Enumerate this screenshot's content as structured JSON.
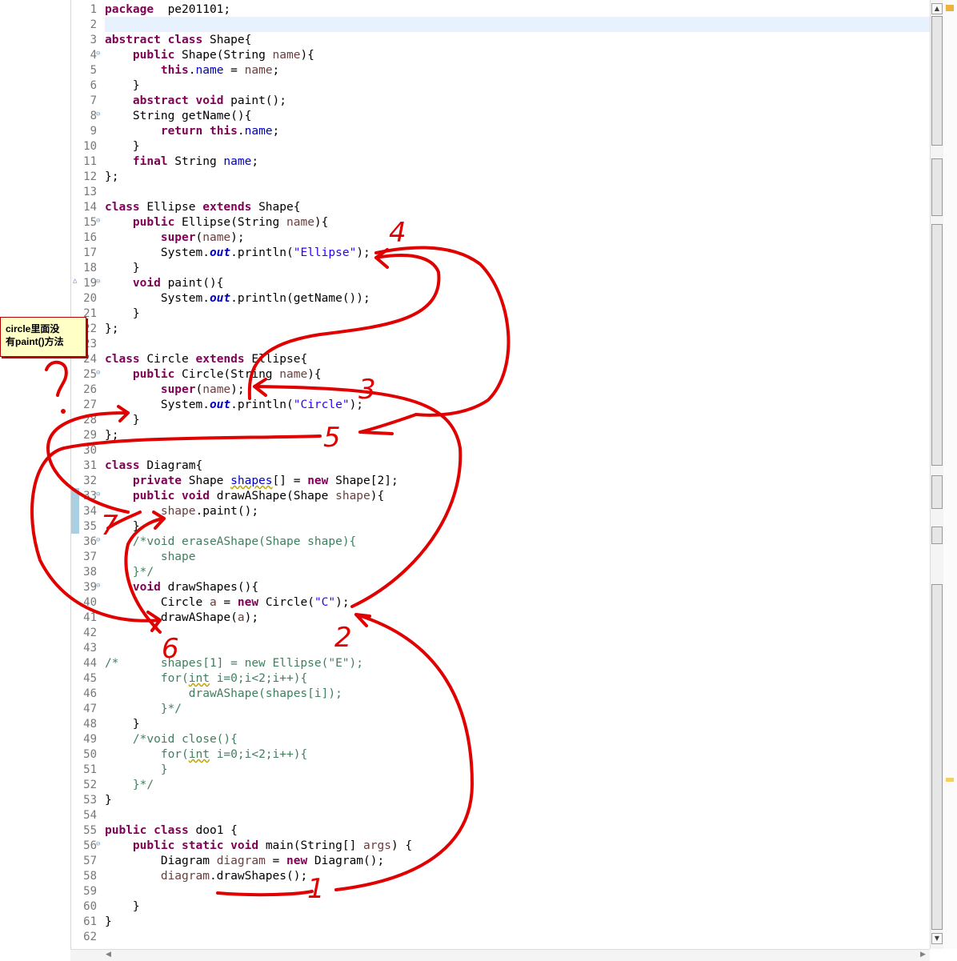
{
  "editor": {
    "lines": [
      {
        "n": "1",
        "t": [
          [
            "k",
            "package"
          ],
          [
            "",
            "  pe201101;"
          ]
        ]
      },
      {
        "n": "2",
        "t": []
      },
      {
        "n": "3",
        "t": [
          [
            "k",
            "abstract"
          ],
          [
            "",
            " "
          ],
          [
            "k",
            "class"
          ],
          [
            "",
            " Shape{"
          ]
        ]
      },
      {
        "n": "4",
        "fold": true,
        "t": [
          [
            "",
            "    "
          ],
          [
            "k",
            "public"
          ],
          [
            "",
            " Shape(String "
          ],
          [
            "p",
            "name"
          ],
          [
            "",
            "){"
          ]
        ]
      },
      {
        "n": "5",
        "t": [
          [
            "",
            "        "
          ],
          [
            "k",
            "this"
          ],
          [
            "",
            "."
          ],
          [
            "f",
            "name"
          ],
          [
            "",
            " = "
          ],
          [
            "p",
            "name"
          ],
          [
            "",
            ";"
          ]
        ]
      },
      {
        "n": "6",
        "t": [
          [
            "",
            "    }"
          ]
        ]
      },
      {
        "n": "7",
        "t": [
          [
            "",
            "    "
          ],
          [
            "k",
            "abstract"
          ],
          [
            "",
            " "
          ],
          [
            "k",
            "void"
          ],
          [
            "",
            " paint();"
          ]
        ]
      },
      {
        "n": "8",
        "fold": true,
        "t": [
          [
            "",
            "    String getName(){"
          ]
        ]
      },
      {
        "n": "9",
        "t": [
          [
            "",
            "        "
          ],
          [
            "k",
            "return"
          ],
          [
            "",
            " "
          ],
          [
            "k",
            "this"
          ],
          [
            "",
            "."
          ],
          [
            "f",
            "name"
          ],
          [
            "",
            ";"
          ]
        ]
      },
      {
        "n": "10",
        "t": [
          [
            "",
            "    }"
          ]
        ]
      },
      {
        "n": "11",
        "t": [
          [
            "",
            "    "
          ],
          [
            "k",
            "final"
          ],
          [
            "",
            " String "
          ],
          [
            "f",
            "name"
          ],
          [
            "",
            ";"
          ]
        ]
      },
      {
        "n": "12",
        "t": [
          [
            "",
            "};"
          ]
        ]
      },
      {
        "n": "13",
        "t": []
      },
      {
        "n": "14",
        "t": [
          [
            "k",
            "class"
          ],
          [
            "",
            " Ellipse "
          ],
          [
            "k",
            "extends"
          ],
          [
            "",
            " Shape{"
          ]
        ]
      },
      {
        "n": "15",
        "fold": true,
        "t": [
          [
            "",
            "    "
          ],
          [
            "k",
            "public"
          ],
          [
            "",
            " Ellipse(String "
          ],
          [
            "p",
            "name"
          ],
          [
            "",
            "){"
          ]
        ]
      },
      {
        "n": "16",
        "t": [
          [
            "",
            "        "
          ],
          [
            "k",
            "super"
          ],
          [
            "",
            "("
          ],
          [
            "p",
            "name"
          ],
          [
            "",
            ");"
          ]
        ]
      },
      {
        "n": "17",
        "t": [
          [
            "",
            "        System."
          ],
          [
            "so",
            "out"
          ],
          [
            "",
            ".println("
          ],
          [
            "st",
            "\"Ellipse\""
          ],
          [
            "",
            ");"
          ]
        ]
      },
      {
        "n": "18",
        "t": [
          [
            "",
            "    }"
          ]
        ]
      },
      {
        "n": "19",
        "fold": true,
        "override": true,
        "t": [
          [
            "",
            "    "
          ],
          [
            "k",
            "void"
          ],
          [
            "",
            " paint(){"
          ]
        ]
      },
      {
        "n": "20",
        "t": [
          [
            "",
            "        System."
          ],
          [
            "so",
            "out"
          ],
          [
            "",
            ".println(getName());"
          ]
        ]
      },
      {
        "n": "21",
        "t": [
          [
            "",
            "    }"
          ]
        ]
      },
      {
        "n": "22",
        "t": [
          [
            "",
            "};"
          ]
        ]
      },
      {
        "n": "23",
        "t": []
      },
      {
        "n": "24",
        "t": [
          [
            "k",
            "class"
          ],
          [
            "",
            " Circle "
          ],
          [
            "k",
            "extends"
          ],
          [
            "",
            " Ellipse{"
          ]
        ]
      },
      {
        "n": "25",
        "fold": true,
        "t": [
          [
            "",
            "    "
          ],
          [
            "k",
            "public"
          ],
          [
            "",
            " Circle(String "
          ],
          [
            "p",
            "name"
          ],
          [
            "",
            "){"
          ]
        ]
      },
      {
        "n": "26",
        "t": [
          [
            "",
            "        "
          ],
          [
            "k",
            "super"
          ],
          [
            "",
            "("
          ],
          [
            "p",
            "name"
          ],
          [
            "",
            ");"
          ]
        ]
      },
      {
        "n": "27",
        "t": [
          [
            "",
            "        System."
          ],
          [
            "so",
            "out"
          ],
          [
            "",
            ".println("
          ],
          [
            "st",
            "\"Circle\""
          ],
          [
            "",
            ");"
          ]
        ]
      },
      {
        "n": "28",
        "t": [
          [
            "",
            "    }"
          ]
        ]
      },
      {
        "n": "29",
        "t": [
          [
            "",
            "};"
          ]
        ]
      },
      {
        "n": "30",
        "t": []
      },
      {
        "n": "31",
        "t": [
          [
            "k",
            "class"
          ],
          [
            "",
            " Diagram{"
          ]
        ]
      },
      {
        "n": "32",
        "t": [
          [
            "",
            "    "
          ],
          [
            "k",
            "private"
          ],
          [
            "",
            " Shape "
          ],
          [
            "fw",
            "shapes"
          ],
          [
            "",
            "[] = "
          ],
          [
            "k",
            "new"
          ],
          [
            "",
            " Shape[2];"
          ]
        ]
      },
      {
        "n": "33",
        "fold": true,
        "t": [
          [
            "",
            "    "
          ],
          [
            "k",
            "public"
          ],
          [
            "",
            " "
          ],
          [
            "k",
            "void"
          ],
          [
            "",
            " drawAShape(Shape "
          ],
          [
            "p",
            "shape"
          ],
          [
            "",
            "){"
          ]
        ]
      },
      {
        "n": "34",
        "t": [
          [
            "",
            "        "
          ],
          [
            "p",
            "shape"
          ],
          [
            "",
            ".paint();"
          ]
        ]
      },
      {
        "n": "35",
        "t": [
          [
            "",
            "    }"
          ]
        ]
      },
      {
        "n": "36",
        "fold": true,
        "t": [
          [
            "",
            "    "
          ],
          [
            "c",
            "/*void eraseAShape(Shape shape){"
          ]
        ]
      },
      {
        "n": "37",
        "t": [
          [
            "c",
            "        shape"
          ]
        ]
      },
      {
        "n": "38",
        "t": [
          [
            "c",
            "    }*/"
          ]
        ]
      },
      {
        "n": "39",
        "fold": true,
        "t": [
          [
            "",
            "    "
          ],
          [
            "k",
            "void"
          ],
          [
            "",
            " drawShapes(){"
          ]
        ]
      },
      {
        "n": "40",
        "t": [
          [
            "",
            "        Circle "
          ],
          [
            "p",
            "a"
          ],
          [
            "",
            " = "
          ],
          [
            "k",
            "new"
          ],
          [
            "",
            " Circle("
          ],
          [
            "st",
            "\"C\""
          ],
          [
            "",
            ");"
          ]
        ]
      },
      {
        "n": "41",
        "t": [
          [
            "",
            "        drawAShape("
          ],
          [
            "p",
            "a"
          ],
          [
            "",
            ");"
          ]
        ]
      },
      {
        "n": "42",
        "t": []
      },
      {
        "n": "43",
        "t": []
      },
      {
        "n": "44",
        "t": [
          [
            "c",
            "/*      shapes[1] = new Ellipse(\"E\");"
          ]
        ]
      },
      {
        "n": "45",
        "t": [
          [
            "c",
            "        for("
          ],
          [
            "cw",
            "int"
          ],
          [
            "c",
            " i=0;i<2;i++){"
          ]
        ]
      },
      {
        "n": "46",
        "t": [
          [
            "c",
            "            drawAShape(shapes[i]);"
          ]
        ]
      },
      {
        "n": "47",
        "t": [
          [
            "c",
            "        }*/"
          ]
        ]
      },
      {
        "n": "48",
        "t": [
          [
            "",
            "    }"
          ]
        ]
      },
      {
        "n": "49",
        "t": [
          [
            "",
            "    "
          ],
          [
            "c",
            "/*void close(){"
          ]
        ]
      },
      {
        "n": "50",
        "t": [
          [
            "c",
            "        for("
          ],
          [
            "cw",
            "int"
          ],
          [
            "c",
            " i=0;i<2;i++){"
          ]
        ]
      },
      {
        "n": "51",
        "t": [
          [
            "c",
            "        }"
          ]
        ]
      },
      {
        "n": "52",
        "t": [
          [
            "c",
            "    }*/"
          ]
        ]
      },
      {
        "n": "53",
        "t": [
          [
            "",
            "}"
          ]
        ]
      },
      {
        "n": "54",
        "t": []
      },
      {
        "n": "55",
        "t": [
          [
            "k",
            "public"
          ],
          [
            "",
            " "
          ],
          [
            "k",
            "class"
          ],
          [
            "",
            " doo1 {"
          ]
        ]
      },
      {
        "n": "56",
        "fold": true,
        "t": [
          [
            "",
            "    "
          ],
          [
            "k",
            "public"
          ],
          [
            "",
            " "
          ],
          [
            "k",
            "static"
          ],
          [
            "",
            " "
          ],
          [
            "k",
            "void"
          ],
          [
            "",
            " main(String[] "
          ],
          [
            "p",
            "args"
          ],
          [
            "",
            ") {"
          ]
        ]
      },
      {
        "n": "57",
        "t": [
          [
            "",
            "        Diagram "
          ],
          [
            "p",
            "diagram"
          ],
          [
            "",
            " = "
          ],
          [
            "k",
            "new"
          ],
          [
            "",
            " Diagram();"
          ]
        ]
      },
      {
        "n": "58",
        "t": [
          [
            "",
            "        "
          ],
          [
            "p",
            "diagram"
          ],
          [
            "",
            ".drawShapes();"
          ]
        ]
      },
      {
        "n": "59",
        "t": []
      },
      {
        "n": "60",
        "t": [
          [
            "",
            "    }"
          ]
        ]
      },
      {
        "n": "61",
        "t": [
          [
            "",
            "}"
          ]
        ]
      },
      {
        "n": "62",
        "t": []
      }
    ]
  },
  "note": {
    "line1": "circle里面没",
    "line2": "有paint()方法"
  },
  "annotations": {
    "numbers": [
      "1",
      "2",
      "3",
      "4",
      "5",
      "6",
      "7",
      "?"
    ]
  },
  "colors": {
    "keyword": "#7f0055",
    "field": "#0000c0",
    "string": "#2a00ff",
    "comment": "#3f7f5f",
    "ink": "#e00000",
    "note_bg": "#ffffc6"
  },
  "icons": [
    "fold-collapse-icon",
    "override-marker-icon",
    "scroll-up-arrow-icon",
    "scroll-down-arrow-icon",
    "scroll-left-arrow-icon",
    "scroll-right-arrow-icon",
    "error-overview-icon"
  ]
}
